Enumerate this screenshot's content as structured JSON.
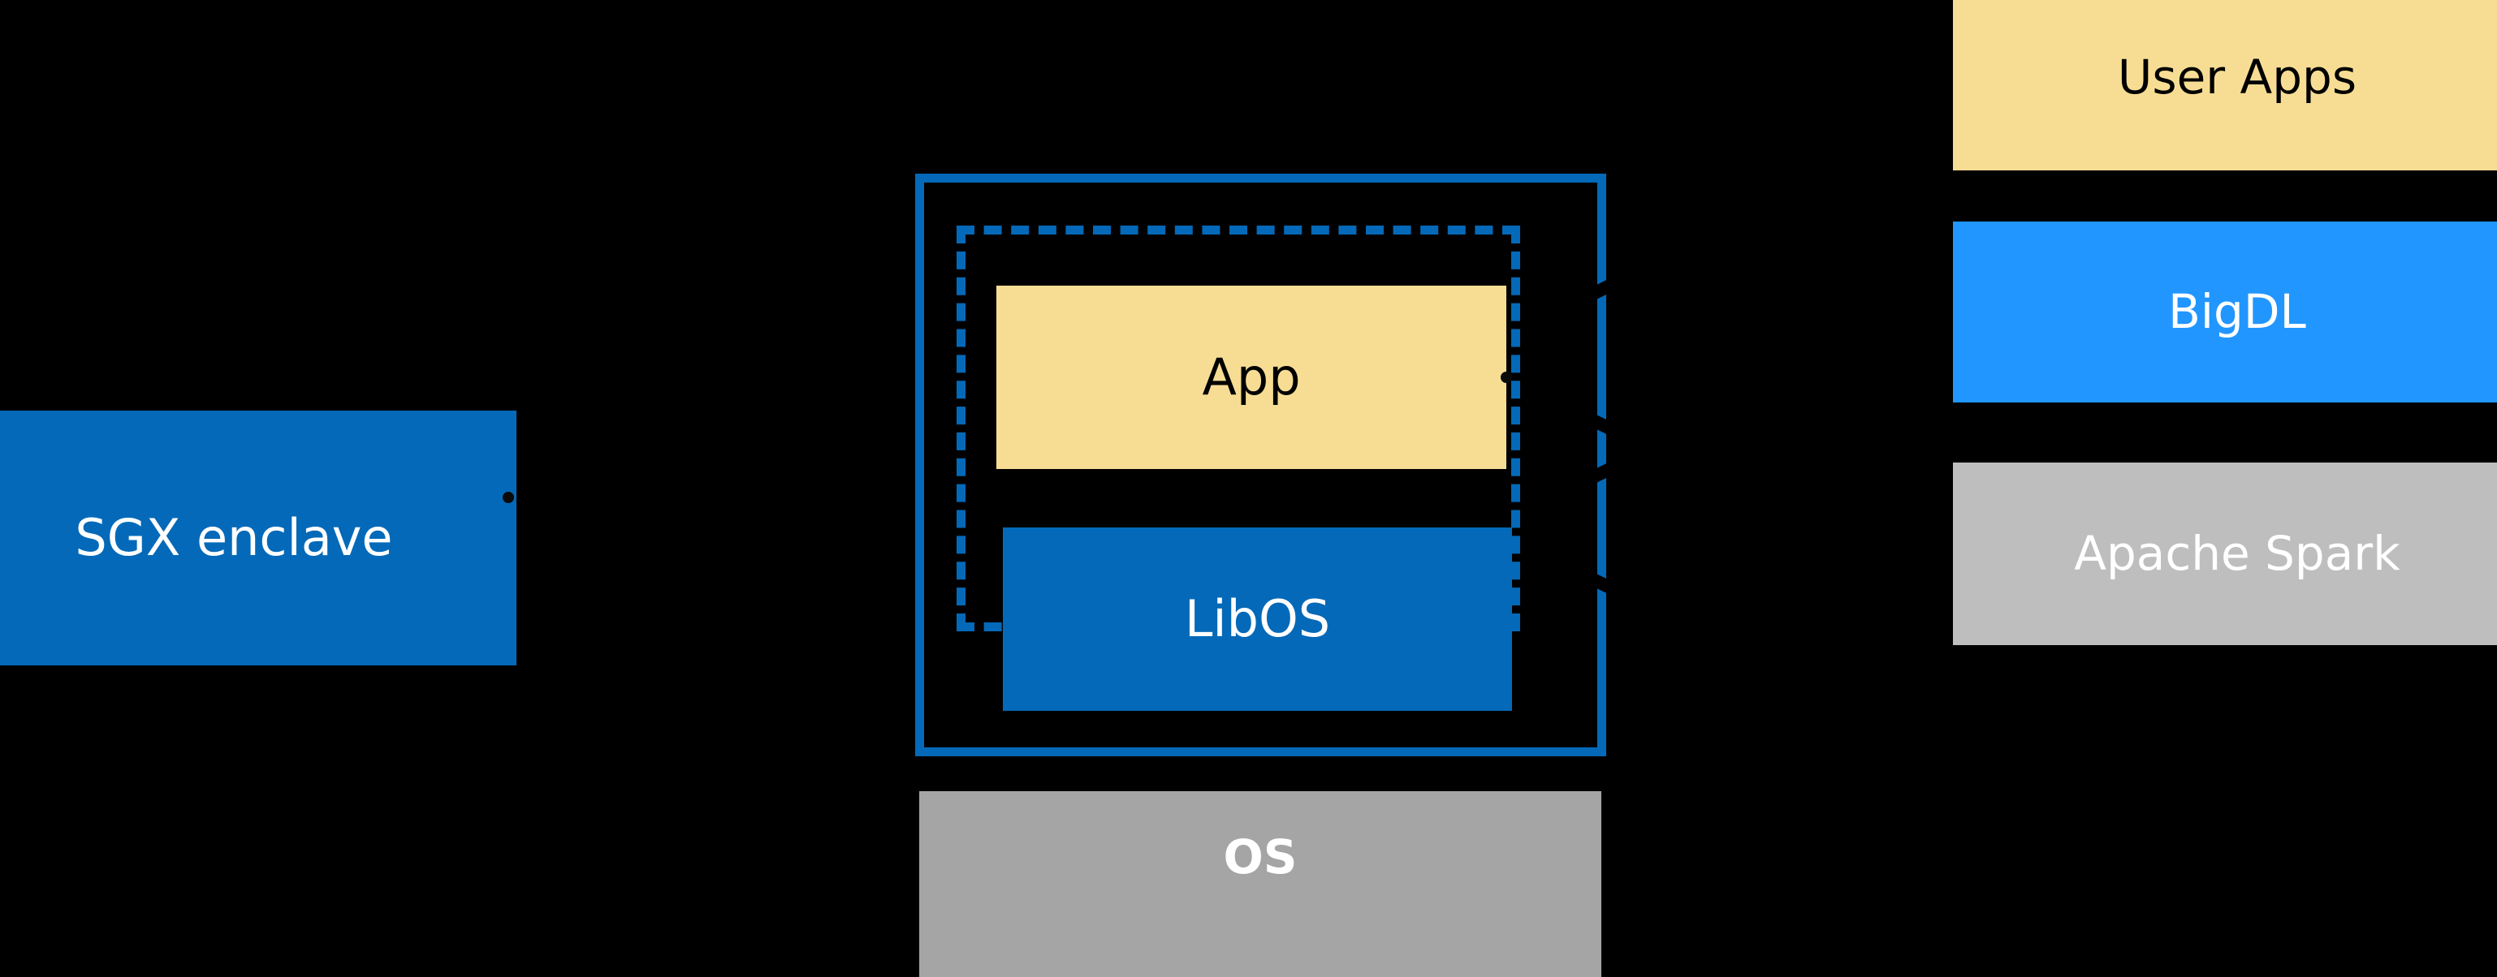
{
  "diagram": {
    "background_color": "#000000",
    "palette": {
      "dark_blue": "#0469B8",
      "bright_blue": "#2196FF",
      "yellow": "#F7DD94",
      "gray_light": "#BEBEBE",
      "gray_mid": "#A5A5A5",
      "white": "#FFFFFF",
      "black": "#000000"
    },
    "left_group": {
      "sgx_enclave_label": "SGX enclave"
    },
    "center_group": {
      "app_label": "App",
      "libos_label": "LibOS",
      "os_label": "OS"
    },
    "right_stack": {
      "items": [
        {
          "label": "User Apps",
          "fill": "#F7DD94",
          "text_color": "#000000"
        },
        {
          "label": "BigDL",
          "fill": "#2196FF",
          "text_color": "#FFFFFF"
        },
        {
          "label": "Apache Spark",
          "fill": "#BEBEBE",
          "text_color": "#FFFFFF"
        }
      ]
    },
    "connectors": {
      "sgx_to_enclave": "dot",
      "app_to_stack": "dot"
    }
  }
}
